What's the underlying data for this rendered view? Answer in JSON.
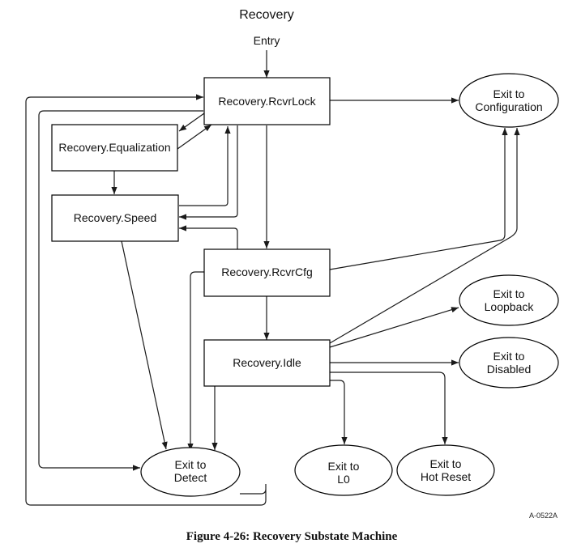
{
  "diagram": {
    "title": "Recovery",
    "entry_label": "Entry",
    "figure_id": "A-0522A",
    "caption": "Figure 4-26:  Recovery Substate Machine",
    "states": {
      "rcvrlock": "Recovery.RcvrLock",
      "equalization": "Recovery.Equalization",
      "speed": "Recovery.Speed",
      "rcvrcfg": "Recovery.RcvrCfg",
      "idle": "Recovery.Idle"
    },
    "exits": {
      "configuration": [
        "Exit to",
        "Configuration"
      ],
      "loopback": [
        "Exit to",
        "Loopback"
      ],
      "disabled": [
        "Exit to",
        "Disabled"
      ],
      "detect": [
        "Exit to",
        "Detect"
      ],
      "l0": [
        "Exit to",
        "L0"
      ],
      "hot_reset": [
        "Exit to",
        "Hot Reset"
      ]
    }
  }
}
